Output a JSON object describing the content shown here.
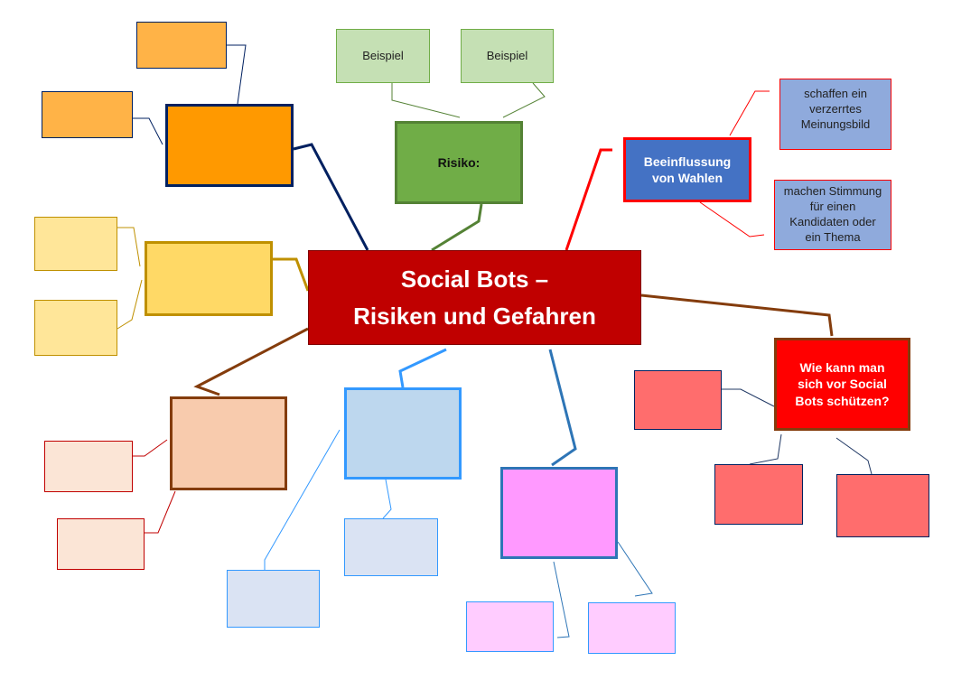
{
  "center": {
    "line1": "Social Bots –",
    "line2": "Risiken und Gefahren"
  },
  "risiko": {
    "label": "Risiko:",
    "examples": [
      "Beispiel",
      "Beispiel"
    ]
  },
  "wahlen": {
    "label": "Beeinflussung von Wahlen",
    "points": [
      "schaffen ein verzerrtes Meinungsbild",
      "machen Stimmung für einen Kandidaten oder ein Thema"
    ]
  },
  "schutz": {
    "label": "Wie kann man sich vor Social Bots schützen?"
  },
  "colors": {
    "center": "#c00000",
    "orange": "#ff9900",
    "green": "#70ad47",
    "blue": "#4472c4",
    "yellow": "#ffd966",
    "peach": "#f8cbad",
    "lightblue": "#bdd7ee",
    "pink": "#ff99ff",
    "red": "#ff0000"
  }
}
